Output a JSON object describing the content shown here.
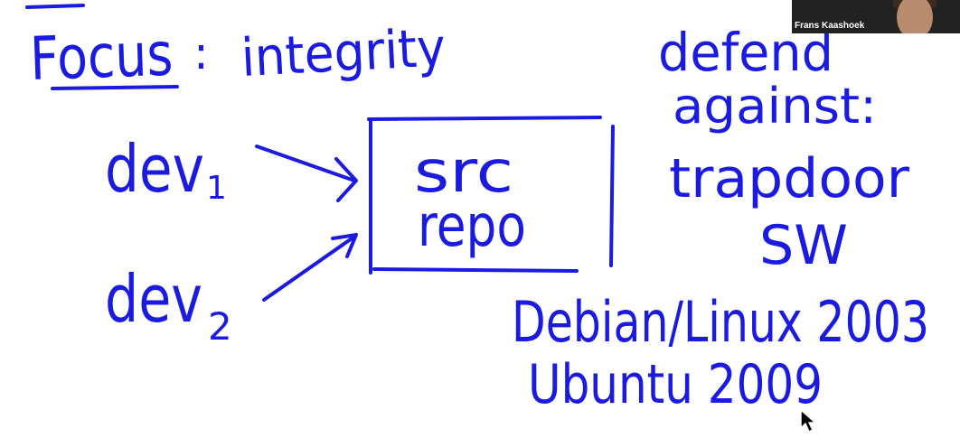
{
  "board": {
    "focus_label": "Focus",
    "focus_colon": ":",
    "focus_value": "integrity",
    "dev1_label": "dev",
    "dev1_sub": "1",
    "dev2_label": "dev",
    "dev2_sub": "2",
    "repo_line1": "src",
    "repo_line2": "repo",
    "defend_line1": "defend",
    "defend_line2": "against:",
    "defend_line3": "trapdoor",
    "defend_line4": "SW",
    "example1": "Debian/Linux 2003",
    "example2": "Ubuntu 2009"
  },
  "video": {
    "participant_name": "Frans Kaashoek"
  },
  "colors": {
    "ink": "#1a1ae0",
    "background": "#ffffff"
  }
}
